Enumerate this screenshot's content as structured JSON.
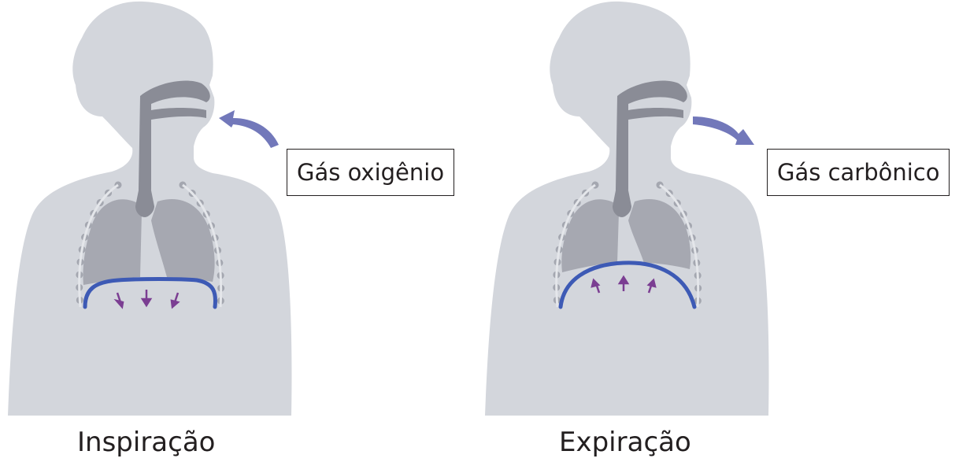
{
  "panels": [
    {
      "gas_label": "Gás oxigênio",
      "caption": "Inspiração"
    },
    {
      "gas_label": "Gás carbônico",
      "caption": "Expiração"
    }
  ],
  "colors": {
    "silhouette": "#d3d6dc",
    "airway": "#8a8c96",
    "lungs": "#a6a8b1",
    "ribs": "#a4a7b0",
    "diaphragm": "#3d5ab5",
    "arrows": "#7b3e92",
    "airflow_arrow": "#7278ba",
    "text": "#231f20"
  },
  "icons": {
    "airflow_in": "curved-arrow-in-icon",
    "airflow_out": "curved-arrow-out-icon",
    "diaphragm_down": "arrow-down-icon",
    "diaphragm_up": "arrow-up-icon"
  }
}
